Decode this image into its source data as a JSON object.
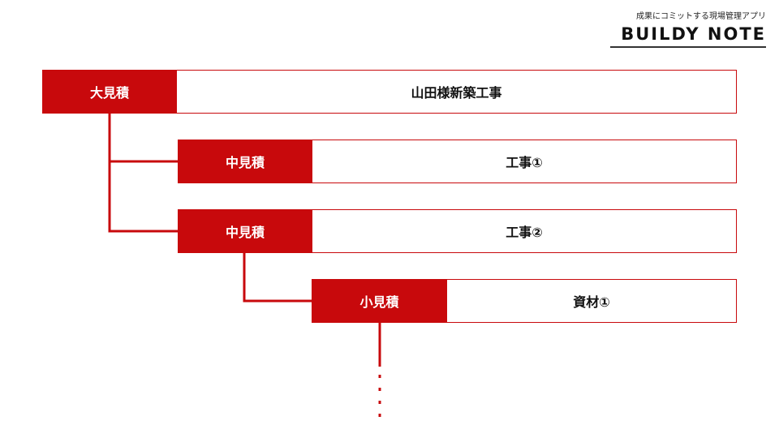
{
  "brand": {
    "tagline": "成果にコミットする現場管理アプリ",
    "logo": "BUILDY NOTE"
  },
  "rows": [
    {
      "label": "大見積",
      "value": "山田様新築工事"
    },
    {
      "label": "中見積",
      "value": "工事①"
    },
    {
      "label": "中見積",
      "value": "工事②"
    },
    {
      "label": "小見積",
      "value": "資材①"
    }
  ],
  "colors": {
    "accent": "#c8090c",
    "text": "#111111",
    "background": "#ffffff"
  }
}
